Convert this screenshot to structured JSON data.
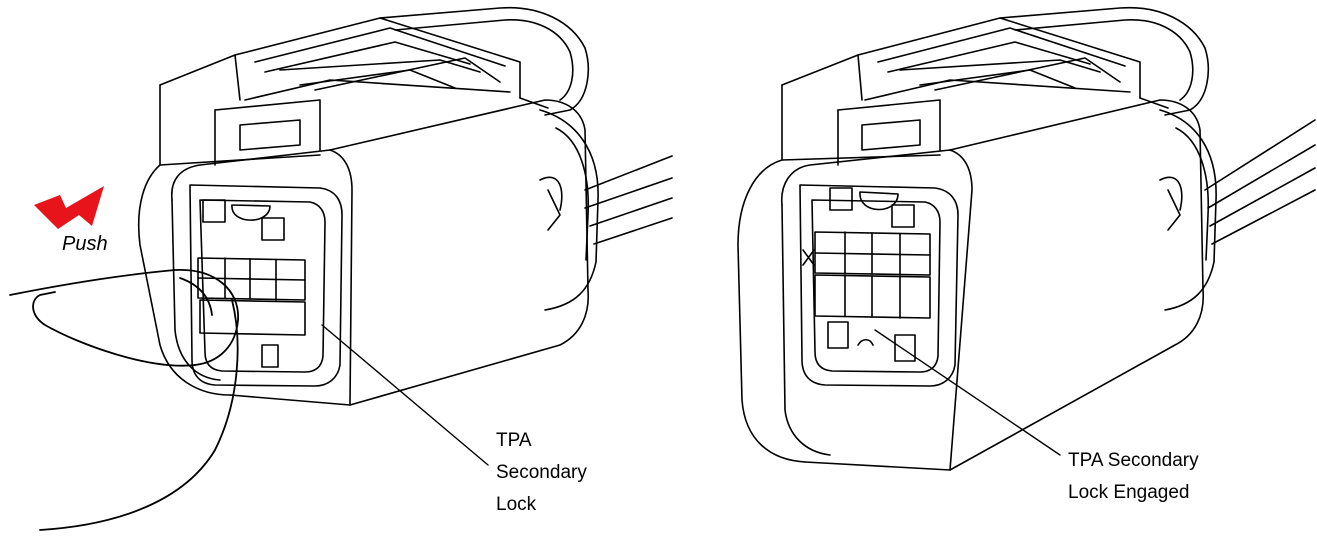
{
  "figure": {
    "left_panel": {
      "push_label": "Push",
      "callout_lines": [
        "TPA",
        "Secondary",
        "Lock"
      ]
    },
    "right_panel": {
      "callout_lines": [
        "TPA Secondary",
        "Lock Engaged"
      ]
    }
  },
  "colors": {
    "arrow": "#e8141b",
    "line": "#000000",
    "background": "#ffffff"
  },
  "icons": [
    "push-arrow-icon",
    "finger-icon"
  ]
}
